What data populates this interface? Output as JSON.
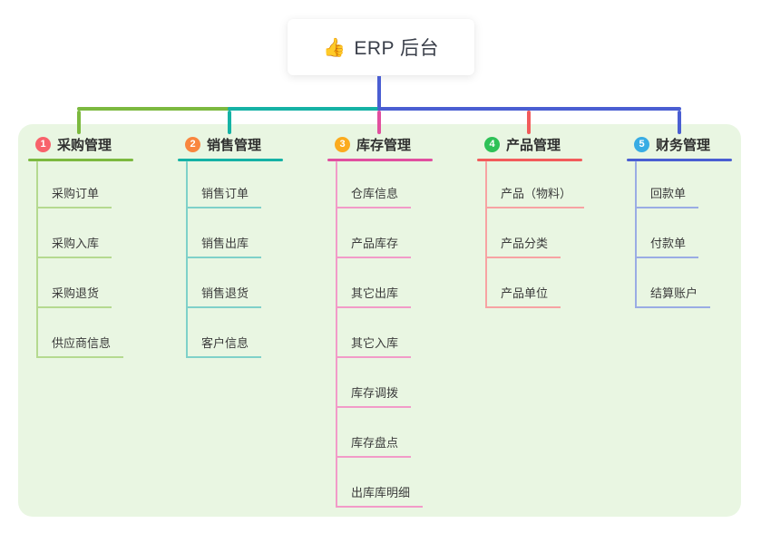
{
  "root": {
    "icon": "👍",
    "title": "ERP 后台"
  },
  "colors": {
    "panel_bg": "#e9f6e2",
    "root_line": "#4a5ed2",
    "branch_lines": [
      "#7cb93f",
      "#15b2a5",
      "#e14f9f",
      "#f25b5b",
      "#4a5ed2"
    ],
    "child_lines": [
      "#b5da90",
      "#7fd1c9",
      "#f29bc8",
      "#f7a3a3",
      "#9aace4"
    ],
    "badges": [
      "#f8626b",
      "#f9863f",
      "#fbab1e",
      "#2ec157",
      "#38ace4"
    ]
  },
  "branches": [
    {
      "num": "1",
      "title": "采购管理",
      "children": [
        "采购订单",
        "采购入库",
        "采购退货",
        "供应商信息"
      ]
    },
    {
      "num": "2",
      "title": "销售管理",
      "children": [
        "销售订单",
        "销售出库",
        "销售退货",
        "客户信息"
      ]
    },
    {
      "num": "3",
      "title": "库存管理",
      "children": [
        "仓库信息",
        "产品库存",
        "其它出库",
        "其它入库",
        "库存调拨",
        "库存盘点",
        "出库库明细"
      ]
    },
    {
      "num": "4",
      "title": "产品管理",
      "children": [
        "产品（物料）",
        "产品分类",
        "产品单位"
      ]
    },
    {
      "num": "5",
      "title": "财务管理",
      "children": [
        "回款单",
        "付款单",
        "结算账户"
      ]
    }
  ]
}
